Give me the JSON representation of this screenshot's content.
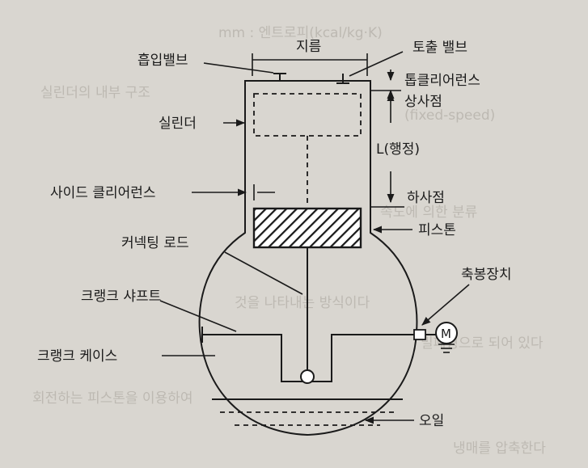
{
  "labels": {
    "stroke_bore": "지름",
    "suction_valve": "흡입밸브",
    "discharge_valve": "토출 밸브",
    "top_clearance": "톱클리어런스",
    "top_dead_center": "상사점",
    "cylinder": "실린더",
    "stroke_length": "L(행정)",
    "side_clearance": "사이드 클리어런스",
    "bottom_dead_center": "하사점",
    "piston": "피스톤",
    "connecting_rod": "커넥팅 로드",
    "crank_shaft": "크랭크 샤프트",
    "shaft_seal": "축봉장치",
    "crank_case": "크랭크 케이스",
    "oil": "오일",
    "motor": "M"
  },
  "bleed_through": {
    "line1": "mm : 엔트로피(kcal/kg·K)",
    "line2": "(fixed-speed)",
    "line3": "실린더의 내부 구조",
    "line4": "속도에 의한 분류",
    "line5": "것을 나타내는 방식이다",
    "line6": "밀폐형으로 되어 있다",
    "line7": "회전하는 피스톤을 이용하여",
    "line8": "냉매를 압축한다"
  }
}
